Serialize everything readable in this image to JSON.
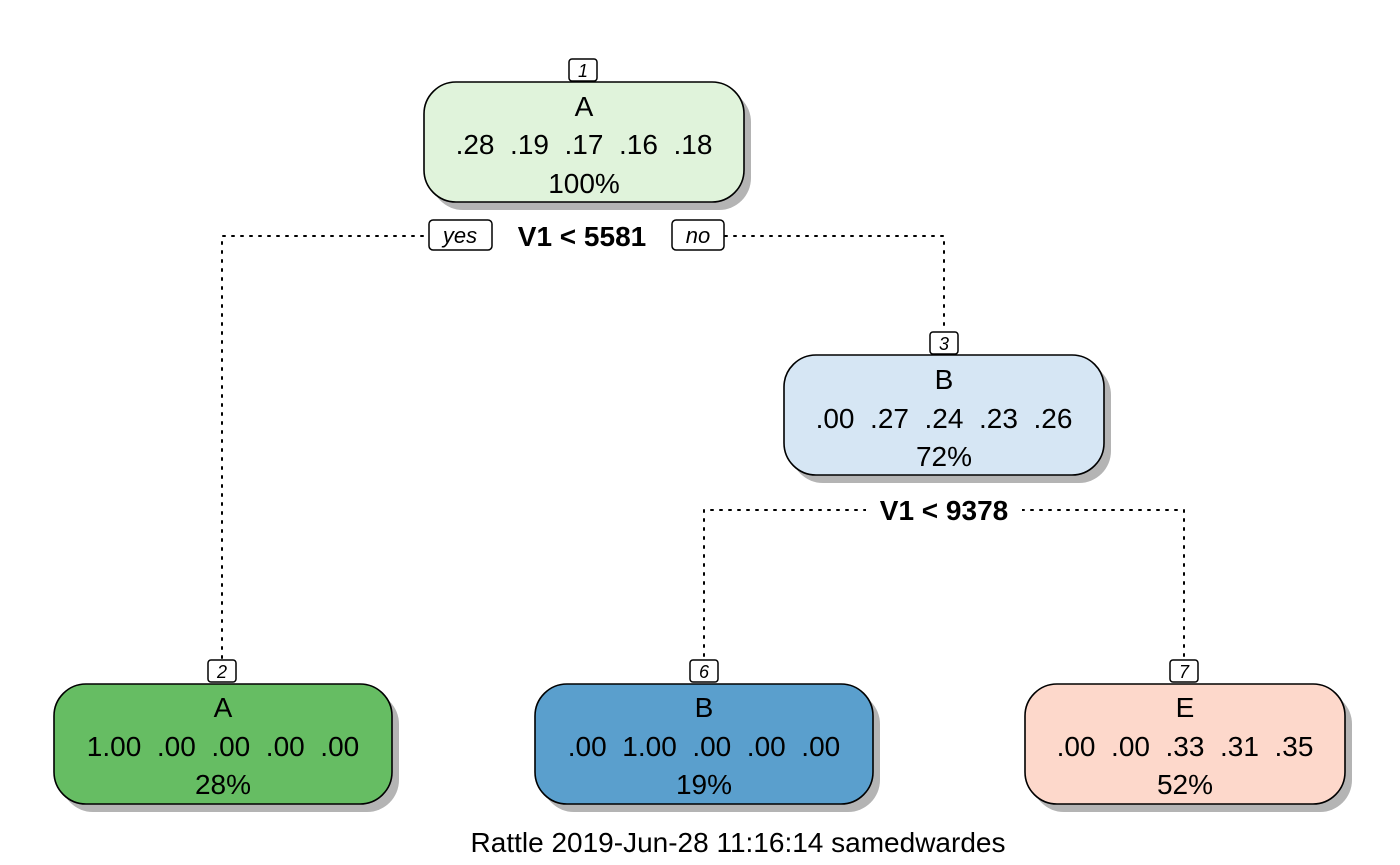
{
  "tree": {
    "nodes": [
      {
        "id": "1",
        "class_label": "A",
        "probs": ".28  .19  .17  .16  .18",
        "percent": "100%",
        "fill": "#e0f3db"
      },
      {
        "id": "2",
        "class_label": "A",
        "probs": "1.00  .00  .00  .00  .00",
        "percent": "28%",
        "fill": "#66bd63"
      },
      {
        "id": "3",
        "class_label": "B",
        "probs": ".00  .27  .24  .23  .26",
        "percent": "72%",
        "fill": "#d6e6f4"
      },
      {
        "id": "6",
        "class_label": "B",
        "probs": ".00  1.00  .00  .00  .00",
        "percent": "19%",
        "fill": "#5a9fcd"
      },
      {
        "id": "7",
        "class_label": "E",
        "probs": ".00  .00  .33  .31  .35",
        "percent": "52%",
        "fill": "#fdd8cb"
      }
    ],
    "splits": [
      {
        "at_node": "1",
        "label": "V1 < 5581",
        "yes_label": "yes",
        "no_label": "no"
      },
      {
        "at_node": "3",
        "label": "V1 < 9378"
      }
    ]
  },
  "footer": "Rattle 2019-Jun-28 11:16:14 samedwardes"
}
